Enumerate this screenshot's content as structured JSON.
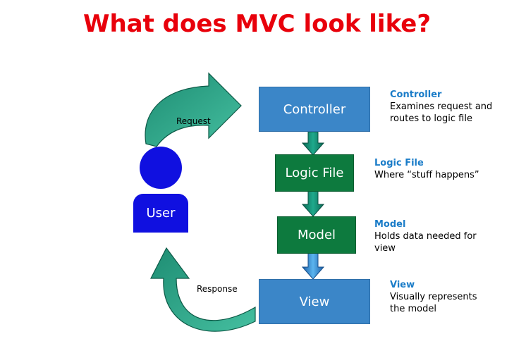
{
  "title": "What does MVC look like?",
  "nodes": {
    "controller": "Controller",
    "logic_file": "Logic File",
    "model": "Model",
    "view": "View",
    "user": "User"
  },
  "descriptions": {
    "controller": {
      "heading": "Controller",
      "text": "Examines request and\nroutes to logic file"
    },
    "logic_file": {
      "heading": "Logic File",
      "text": "Where “stuff happens”"
    },
    "model": {
      "heading": "Model",
      "text": "Holds data needed for\nview"
    },
    "view": {
      "heading": "View",
      "text": "Visually represents\nthe model"
    }
  },
  "arrows": {
    "request": "Request",
    "response": "Response"
  },
  "colors": {
    "title": "#e8000b",
    "blue_box": "#3b86c8",
    "green_box": "#0d7a3e",
    "heading": "#1a7cc8",
    "user": "#1010e0",
    "curved_arrow": "#2fa58a"
  }
}
